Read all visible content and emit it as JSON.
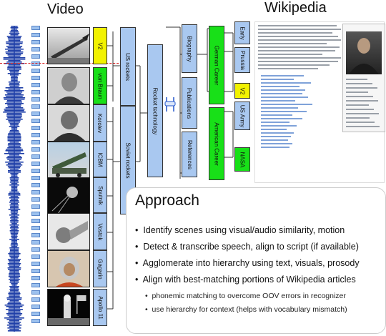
{
  "headers": {
    "video": "Video",
    "wikipedia": "Wikipedia"
  },
  "scenes": [
    {
      "label": "V2",
      "color": "yellow",
      "image": "rocket-launch"
    },
    {
      "label": "von Braun",
      "color": "green",
      "image": "portrait"
    },
    {
      "label": "Korolev",
      "color": "blue",
      "image": "portrait"
    },
    {
      "label": "ICBM",
      "color": "blue",
      "image": "missile-truck"
    },
    {
      "label": "Sputnik",
      "color": "blue",
      "image": "satellite"
    },
    {
      "label": "Vostok",
      "color": "blue",
      "image": "capsule"
    },
    {
      "label": "Gagarin",
      "color": "blue",
      "image": "cosmonaut"
    },
    {
      "label": "Apollo 11",
      "color": "blue",
      "image": "moon-landing"
    }
  ],
  "groups": {
    "us_rockets": "US rockets",
    "soviet_rockets": "Soviet rockets"
  },
  "topic": "Rocket technology",
  "wiki_sections": [
    "Biography",
    "Publications",
    "References"
  ],
  "wiki_subsections": {
    "german_career": "German Career",
    "american_career": "American Career"
  },
  "wiki_leaves": [
    "Early",
    "Prussia",
    "V2",
    "US Army",
    "NASA"
  ],
  "approach": {
    "title": "Approach",
    "bullets": [
      "Identify scenes using visual/audio similarity, motion",
      "Detect & transcribe speech, align to script (if available)",
      "Agglomerate into hierarchy using text, visuals, prosody",
      "Align with best-matching portions of Wikipedia articles"
    ],
    "sub_bullets": [
      "phonemic matching to overcome OOV errors in recognizer",
      "use hierarchy for context (helps with vocabulary mismatch)"
    ]
  },
  "colors": {
    "blue": "#a9c8f0",
    "green": "#18e018",
    "yellow": "#f2f200",
    "waveform": "#1f3fa8"
  }
}
